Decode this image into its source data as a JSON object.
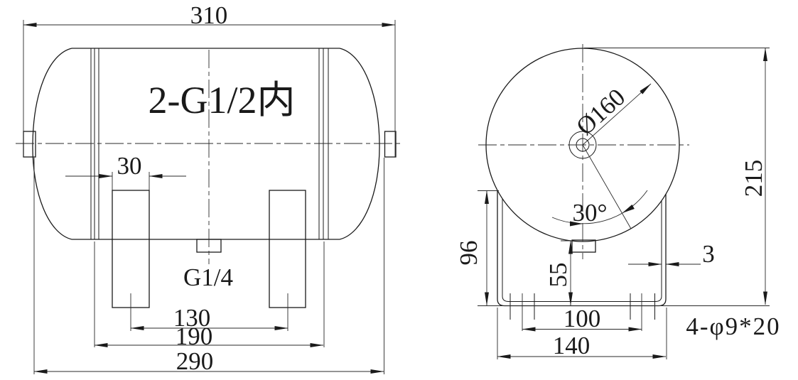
{
  "front_view": {
    "dim_overall_length": "310",
    "label_side_ports": "2-G1/2内",
    "dim_leg_width": "30",
    "label_bottom_port": "G1/4",
    "dim_leg_center_spacing": "130",
    "dim_seam_spacing": "190",
    "dim_base_span": "290"
  },
  "end_view": {
    "dim_diameter": "Ø160",
    "dim_angle": "30°",
    "dim_overall_height": "215",
    "dim_bracket_height": "96",
    "dim_drain_height": "55",
    "dim_wall_thickness": "3",
    "dim_slot_spacing": "100",
    "dim_bracket_width": "140",
    "label_mounting_slots": "4-φ9*20"
  },
  "colors": {
    "line": "#1a1a1a",
    "dimension_line": "#2a2a2a",
    "background": "#ffffff"
  }
}
